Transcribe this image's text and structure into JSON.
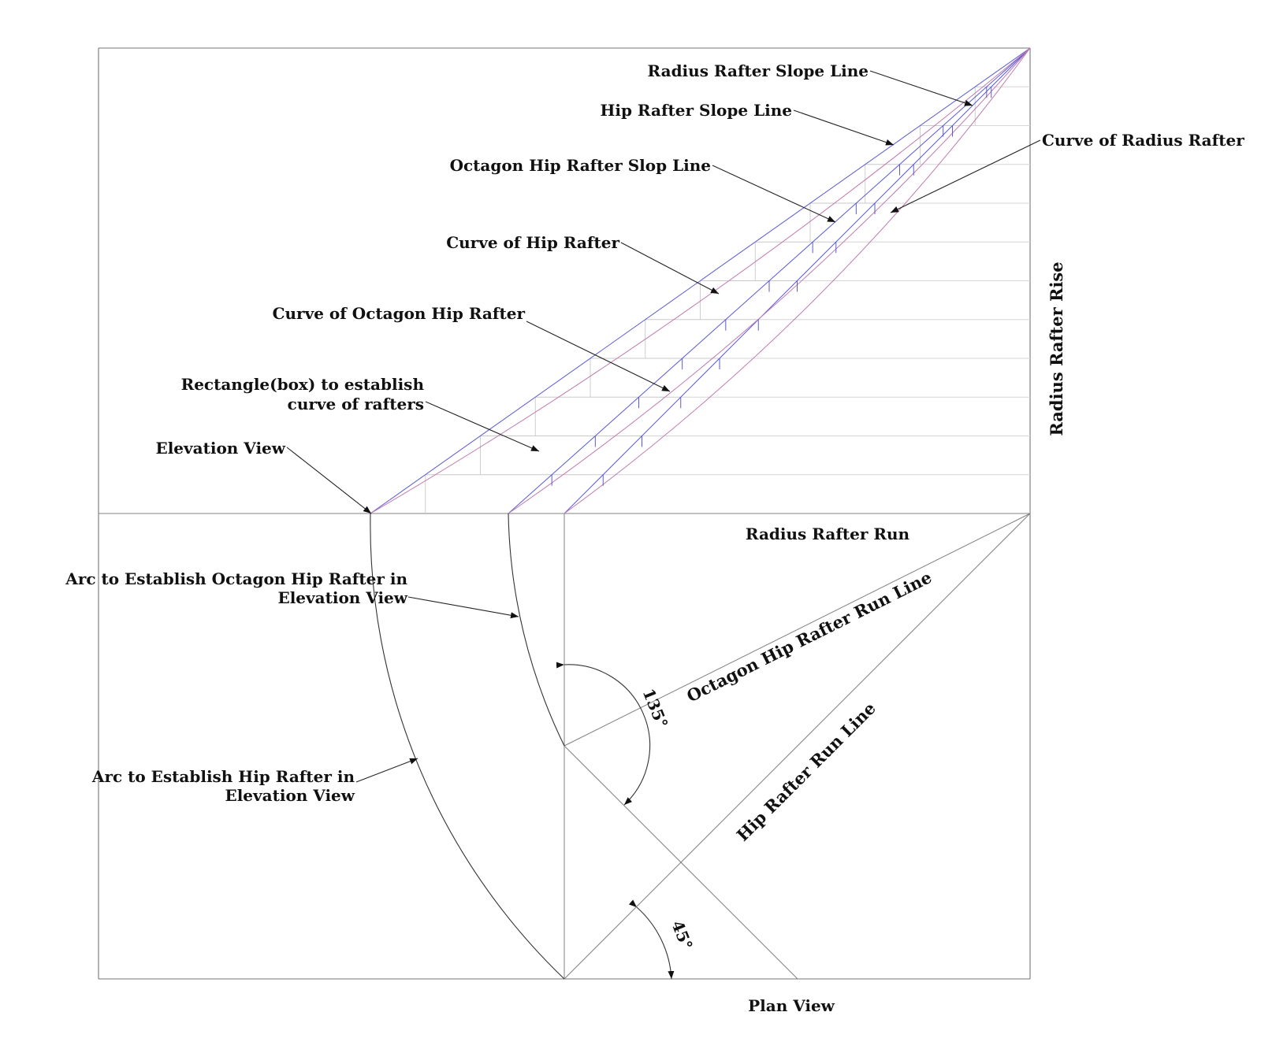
{
  "labels": {
    "radius_rafter_slope_line": "Radius Rafter Slope Line",
    "hip_rafter_slope_line": "Hip Rafter Slope Line",
    "curve_of_radius_rafter": "Curve of Radius Rafter",
    "octagon_hip_rafter_slop_line": "Octagon Hip Rafter Slop Line",
    "curve_of_hip_rafter": "Curve of Hip Rafter",
    "curve_of_octagon_hip_rafter": "Curve of Octagon Hip Rafter",
    "rectangle_box_line1": "Rectangle(box) to establish",
    "rectangle_box_line2": "curve of rafters",
    "elevation_view": "Elevation View",
    "radius_rafter_rise": "Radius Rafter Rise",
    "radius_rafter_run": "Radius Rafter Run",
    "arc_octagon_line1": "Arc to Establish Octagon Hip Rafter in",
    "arc_octagon_line2": "Elevation View",
    "octagon_hip_rafter_run_line": "Octagon Hip Rafter Run Line",
    "angle_135": "135°",
    "hip_rafter_run_line": "Hip Rafter Run Line",
    "arc_hip_line1": "Arc to Establish Hip Rafter in",
    "arc_hip_line2": "Elevation View",
    "angle_45": "45°",
    "plan_view": "Plan View"
  },
  "colors": {
    "line": "#808080",
    "leader": "#222222",
    "slope_blue": "#5a5ad6",
    "curve_pink": "#c07ab0",
    "grid": "#d6d6d6"
  },
  "angles": {
    "octagon_angle_deg": 135,
    "hip_angle_deg": 45
  },
  "grid": {
    "horizontal_divisions": 12
  }
}
